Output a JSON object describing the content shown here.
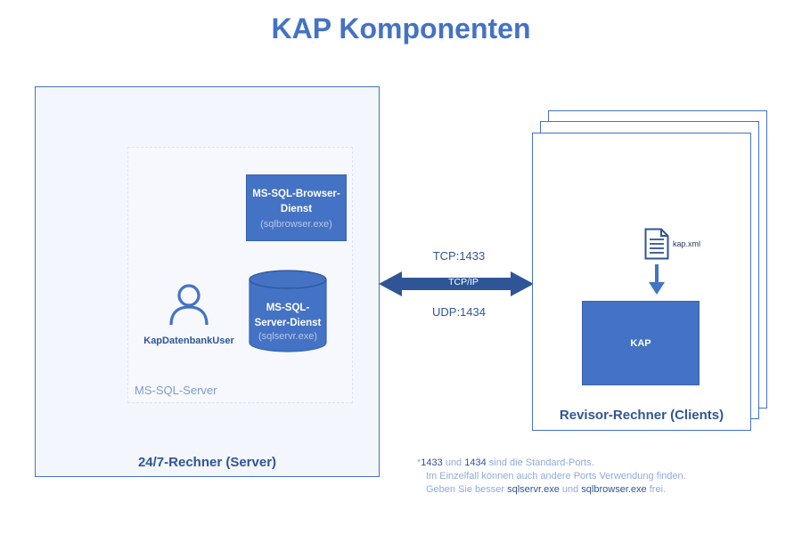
{
  "title": "KAP Komponenten",
  "server": {
    "label": "24/7-Rechner (Server)",
    "mssql_server_label": "MS-SQL-Server",
    "user_label": "KapDatenbankUser",
    "browser_service": {
      "title_line1": "MS-SQL-Browser-",
      "title_line2": "Dienst",
      "exe": "(sqlbrowser.exe)"
    },
    "server_service": {
      "title_line1": "MS-SQL-",
      "title_line2": "Server-Dienst",
      "exe": "(sqlservr.exe)"
    }
  },
  "connection": {
    "tcp_port": "TCP:1433",
    "protocol": "TCP/IP",
    "udp_port": "UDP:1434"
  },
  "client": {
    "label": "Revisor-Rechner (Clients)",
    "file_label": "kap.xml",
    "app_label": "KAP"
  },
  "footnote": {
    "asterisk": "*",
    "port1": "1433",
    "and1": " und ",
    "port2": "1434",
    "line1_end": " sind die Standard-Ports.",
    "line2": "Im Einzelfall können auch andere Ports Verwendung finden.",
    "line3_start": "Geben Sie besser ",
    "exe1": "sqlservr.exe",
    "and2": " und ",
    "exe2": "sqlbrowser.exe",
    "line3_end": " frei."
  },
  "colors": {
    "accent": "#4472c4",
    "dark_blue": "#2f5597",
    "light_fill": "#f3f6fc",
    "arrow": "#2f5597"
  }
}
